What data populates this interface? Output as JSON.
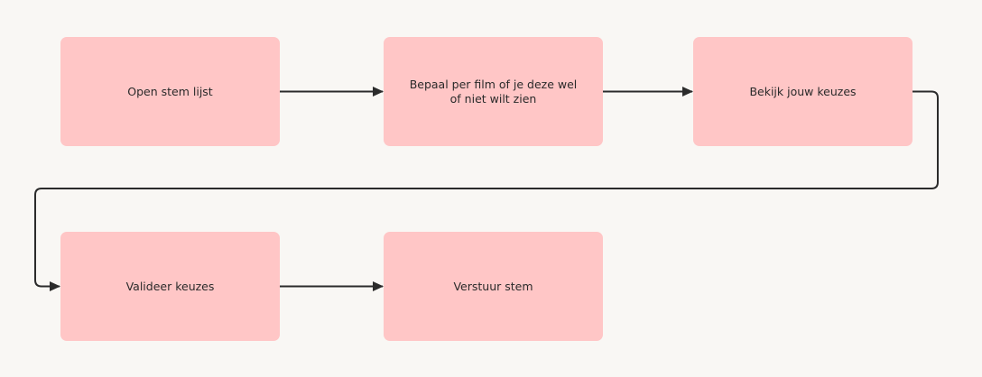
{
  "colors": {
    "background": "#f9f7f4",
    "node_fill": "#ffc6c6",
    "node_text": "#2a2a2a",
    "connector": "#2b2b2b"
  },
  "diagram": {
    "type": "flowchart",
    "nodes": [
      {
        "id": "open-stem-lijst",
        "label": "Open stem lijst"
      },
      {
        "id": "bepaal-per-film",
        "label": "Bepaal per film of je deze wel of niet wilt zien"
      },
      {
        "id": "bekijk-keuzes",
        "label": "Bekijk jouw keuzes"
      },
      {
        "id": "valideer-keuzes",
        "label": "Valideer keuzes"
      },
      {
        "id": "verstuur-stem",
        "label": "Verstuur stem"
      }
    ],
    "edges": [
      {
        "from": "open-stem-lijst",
        "to": "bepaal-per-film"
      },
      {
        "from": "bepaal-per-film",
        "to": "bekijk-keuzes"
      },
      {
        "from": "bekijk-keuzes",
        "to": "valideer-keuzes"
      },
      {
        "from": "valideer-keuzes",
        "to": "verstuur-stem"
      }
    ]
  }
}
